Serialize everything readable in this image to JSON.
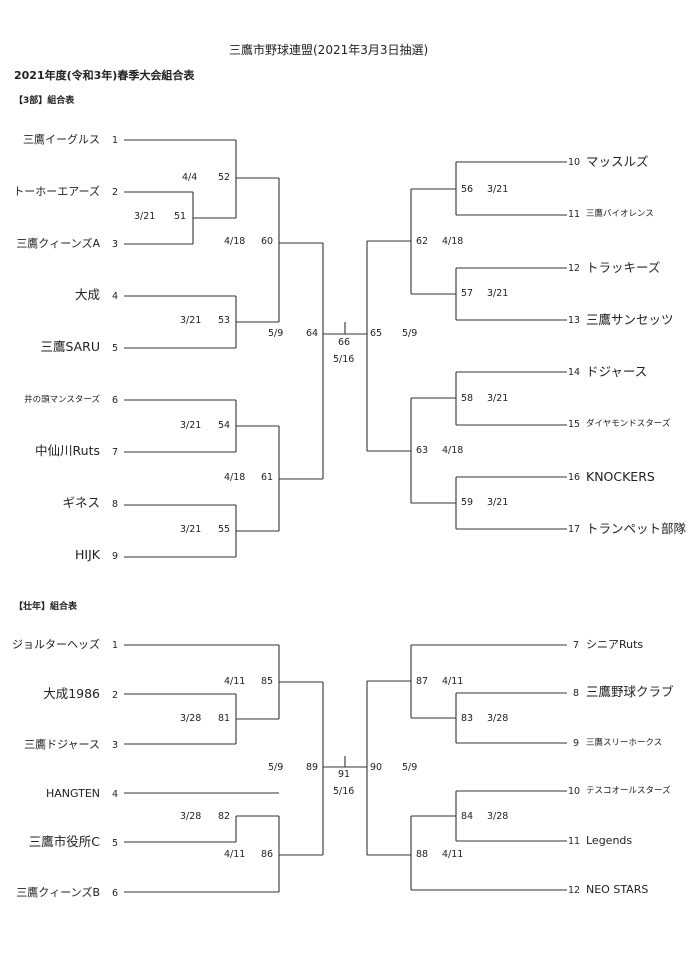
{
  "title": "三鷹市野球連盟(2021年3月3日抽選)",
  "subtitle": "2021年度(令和3年)春季大会組合表",
  "div3": {
    "heading": "【3部】組合表",
    "left_teams": [
      {
        "no": "1",
        "name": "三鷹イーグルス"
      },
      {
        "no": "2",
        "name": "トーホーエアーズ"
      },
      {
        "no": "3",
        "name": "三鷹クィーンズA"
      },
      {
        "no": "4",
        "name": "大成"
      },
      {
        "no": "5",
        "name": "三鷹SARU"
      },
      {
        "no": "6",
        "name": "井の頭マンスターズ"
      },
      {
        "no": "7",
        "name": "中仙川Ruts"
      },
      {
        "no": "8",
        "name": "ギネス"
      },
      {
        "no": "9",
        "name": "HIJK"
      }
    ],
    "right_teams": [
      {
        "no": "10",
        "name": "マッスルズ"
      },
      {
        "no": "11",
        "name": "三鷹バイオレンス"
      },
      {
        "no": "12",
        "name": "トラッキーズ"
      },
      {
        "no": "13",
        "name": "三鷹サンセッツ"
      },
      {
        "no": "14",
        "name": "ドジャース"
      },
      {
        "no": "15",
        "name": "ダイヤモンドスターズ"
      },
      {
        "no": "16",
        "name": "KNOCKERS"
      },
      {
        "no": "17",
        "name": "トランペット部隊"
      }
    ],
    "games": {
      "g51": "51",
      "g52": "52",
      "g53": "53",
      "g54": "54",
      "g55": "55",
      "g56": "56",
      "g57": "57",
      "g58": "58",
      "g59": "59",
      "g60": "60",
      "g61": "61",
      "g62": "62",
      "g63": "63",
      "g64": "64",
      "g65": "65",
      "g66": "66"
    },
    "dates": {
      "d51": "3/21",
      "d52": "4/4",
      "d53": "3/21",
      "d54": "3/21",
      "d55": "3/21",
      "d56": "3/21",
      "d57": "3/21",
      "d58": "3/21",
      "d59": "3/21",
      "d60": "4/18",
      "d61": "4/18",
      "d62": "4/18",
      "d63": "4/18",
      "d64": "5/9",
      "d65": "5/9",
      "d66": "5/16"
    }
  },
  "senior": {
    "heading": "【壮年】組合表",
    "left_teams": [
      {
        "no": "1",
        "name": "ジョルターヘッズ"
      },
      {
        "no": "2",
        "name": "大成1986"
      },
      {
        "no": "3",
        "name": "三鷹ドジャース"
      },
      {
        "no": "4",
        "name": "HANGTEN"
      },
      {
        "no": "5",
        "name": "三鷹市役所C"
      },
      {
        "no": "6",
        "name": "三鷹クィーンズB"
      }
    ],
    "right_teams": [
      {
        "no": "7",
        "name": "シニアRuts"
      },
      {
        "no": "8",
        "name": "三鷹野球クラブ"
      },
      {
        "no": "9",
        "name": "三鷹スリーホークス"
      },
      {
        "no": "10",
        "name": "テスコオールスターズ"
      },
      {
        "no": "11",
        "name": "Legends"
      },
      {
        "no": "12",
        "name": "NEO STARS"
      }
    ],
    "games": {
      "g81": "81",
      "g82": "82",
      "g83": "83",
      "g84": "84",
      "g85": "85",
      "g86": "86",
      "g87": "87",
      "g88": "88",
      "g89": "89",
      "g90": "90",
      "g91": "91"
    },
    "dates": {
      "d81": "3/28",
      "d82": "3/28",
      "d83": "3/28",
      "d84": "3/28",
      "d85": "4/11",
      "d86": "4/11",
      "d87": "4/11",
      "d88": "4/11",
      "d89": "5/9",
      "d90": "5/9",
      "d91": "5/16"
    }
  }
}
